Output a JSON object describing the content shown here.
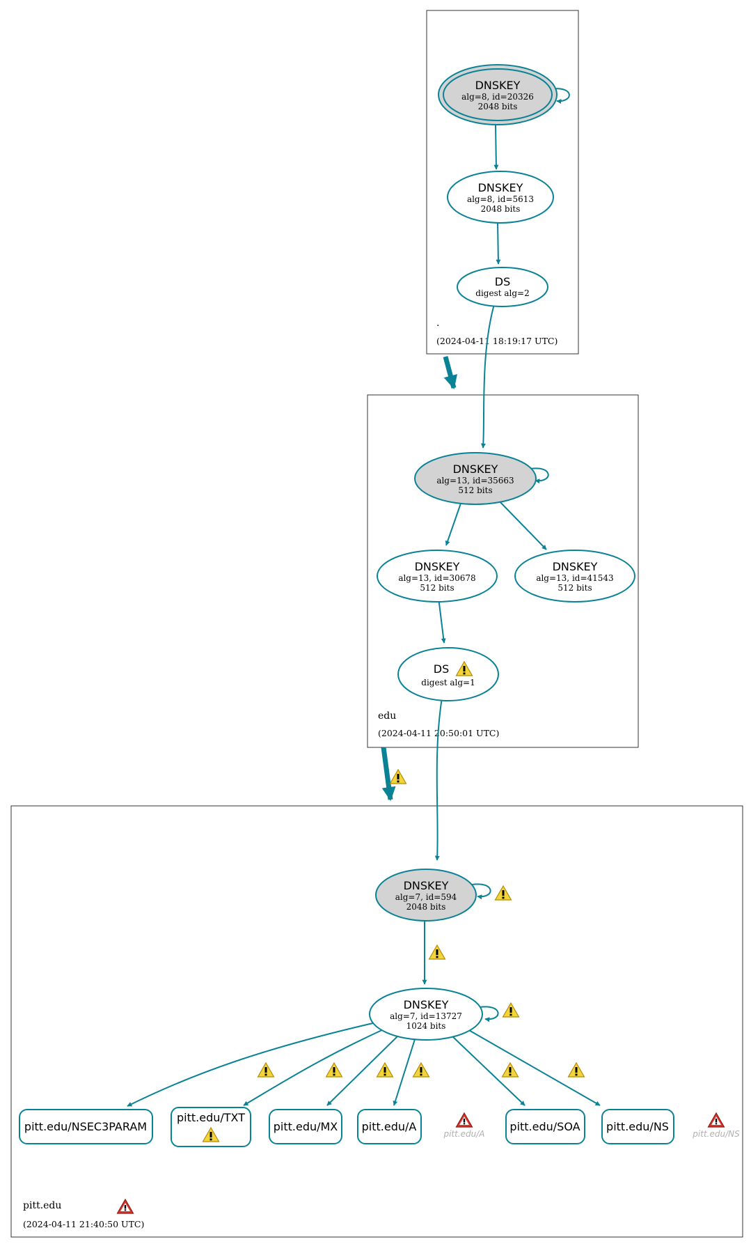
{
  "colors": {
    "edge": "#0a8296",
    "node_fill_sep": "#d3d3d3",
    "node_fill": "#ffffff",
    "warning_fill": "#f2d43c",
    "error_fill": "#d9342b"
  },
  "icons": {
    "warning": "warning-triangle-icon",
    "error": "error-triangle-icon"
  },
  "zones": {
    "root": {
      "name": ".",
      "time": "(2024-04-11 18:19:17 UTC)"
    },
    "edu": {
      "name": "edu",
      "time": "(2024-04-11 20:50:01 UTC)"
    },
    "pitt": {
      "name": "pitt.edu",
      "time": "(2024-04-11 21:40:50 UTC)"
    }
  },
  "nodes": {
    "root_ksk": {
      "type": "DNSKEY",
      "line1": "alg=8, id=20326",
      "line2": "2048 bits"
    },
    "root_zsk": {
      "type": "DNSKEY",
      "line1": "alg=8, id=5613",
      "line2": "2048 bits"
    },
    "root_ds": {
      "type": "DS",
      "line1": "digest alg=2"
    },
    "edu_ksk": {
      "type": "DNSKEY",
      "line1": "alg=13, id=35663",
      "line2": "512 bits"
    },
    "edu_zsk1": {
      "type": "DNSKEY",
      "line1": "alg=13, id=30678",
      "line2": "512 bits"
    },
    "edu_zsk2": {
      "type": "DNSKEY",
      "line1": "alg=13, id=41543",
      "line2": "512 bits"
    },
    "edu_ds": {
      "type": "DS",
      "line1": "digest alg=1"
    },
    "pitt_ksk": {
      "type": "DNSKEY",
      "line1": "alg=7, id=594",
      "line2": "2048 bits"
    },
    "pitt_zsk": {
      "type": "DNSKEY",
      "line1": "alg=7, id=13727",
      "line2": "1024 bits"
    }
  },
  "rrsets": {
    "nsec3param": "pitt.edu/NSEC3PARAM",
    "txt": "pitt.edu/TXT",
    "mx": "pitt.edu/MX",
    "a": "pitt.edu/A",
    "soa": "pitt.edu/SOA",
    "ns": "pitt.edu/NS",
    "ghost_a": "pitt.edu/A",
    "ghost_ns": "pitt.edu/NS"
  }
}
